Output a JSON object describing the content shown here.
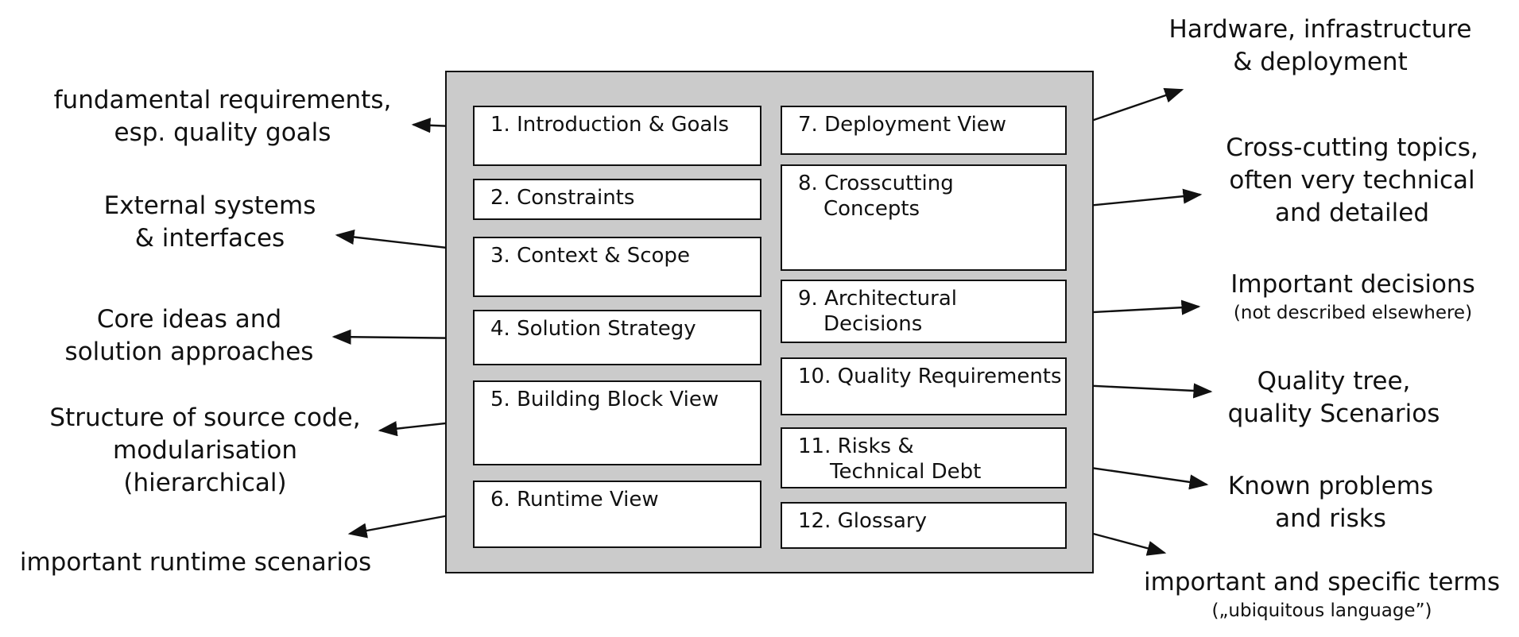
{
  "sections": {
    "s1": {
      "title": "1. Introduction & Goals"
    },
    "s2": {
      "title": "2. Constraints"
    },
    "s3": {
      "title": "3. Context & Scope"
    },
    "s4": {
      "title": "4. Solution Strategy"
    },
    "s5": {
      "title": "5. Building Block View"
    },
    "s6": {
      "title": "6. Runtime View"
    },
    "s7": {
      "title": "7. Deployment View"
    },
    "s8": {
      "title_line1": "8. Crosscutting",
      "title_line2": "Concepts"
    },
    "s9": {
      "title_line1": "9. Architectural",
      "title_line2": "Decisions"
    },
    "s10": {
      "title": "10. Quality Requirements"
    },
    "s11": {
      "title_line1": "11. Risks &",
      "title_line2": "Technical Debt"
    },
    "s12": {
      "title": "12. Glossary"
    }
  },
  "annotations": {
    "a1": {
      "line1": "fundamental requirements,",
      "line2": "esp. quality goals"
    },
    "a3": {
      "line1": "External systems",
      "line2": "& interfaces"
    },
    "a4": {
      "line1": "Core ideas and",
      "line2": "solution approaches"
    },
    "a5": {
      "line1": "Structure of source code,",
      "line2": "modularisation",
      "line3": "(hierarchical)"
    },
    "a6": {
      "line1": "important runtime scenarios"
    },
    "a7": {
      "line1": "Hardware, infrastructure",
      "line2": "& deployment"
    },
    "a8": {
      "line1": "Cross-cutting topics,",
      "line2": "often very technical",
      "line3": "and detailed"
    },
    "a9": {
      "line1": "Important decisions",
      "note": "(not described elsewhere)"
    },
    "a10": {
      "line1": "Quality tree,",
      "line2": "quality Scenarios"
    },
    "a11": {
      "line1": "Known problems",
      "line2": "and risks"
    },
    "a12": {
      "line1": "important and specific terms",
      "note": "(„ubiquitous language”)"
    }
  }
}
